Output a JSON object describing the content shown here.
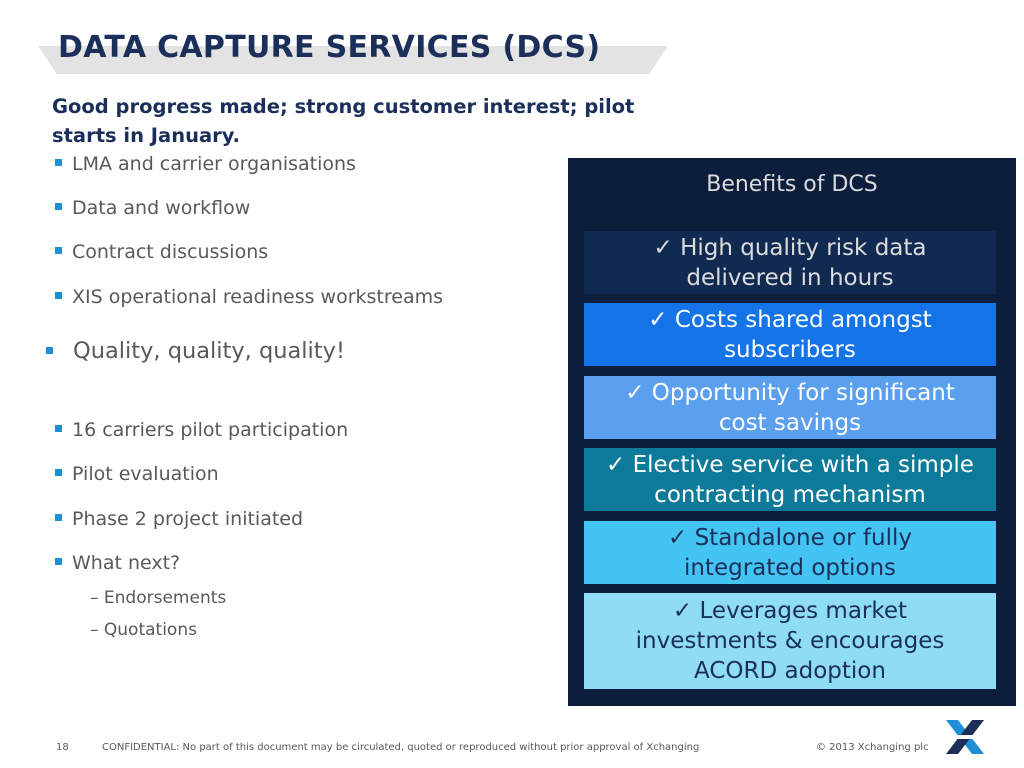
{
  "slide": {
    "title": "DATA CAPTURE SERVICES (DCS)",
    "subtitle": "Good progress made; strong customer interest; pilot starts in January."
  },
  "bullets_top": [
    "LMA and carrier organisations",
    "Data and workflow",
    "Contract discussions",
    "XIS operational readiness workstreams"
  ],
  "bullet_highlight": "Quality, quality, quality!",
  "bullets_bottom": [
    "16 carriers pilot participation",
    "Pilot evaluation",
    "Phase 2 project initiated",
    "What next?"
  ],
  "sub_bullets": [
    "Endorsements",
    "Quotations"
  ],
  "benefits": {
    "title": "Benefits of DCS",
    "items": [
      {
        "line1": "✓ High quality risk data",
        "line2": "delivered in hours",
        "line3": "",
        "bg": "#112a52",
        "fg": "#dcdcdc"
      },
      {
        "line1": "✓ Costs shared amongst",
        "line2": "subscribers",
        "line3": "",
        "bg": "#1473e6",
        "fg": "#ffffff"
      },
      {
        "line1": "✓ Opportunity for significant",
        "line2": "cost savings",
        "line3": "",
        "bg": "#5b9fef",
        "fg": "#ffffff"
      },
      {
        "line1": "✓ Elective service with a simple",
        "line2": "contracting mechanism",
        "line3": "",
        "bg": "#0e7a9a",
        "fg": "#ffffff"
      },
      {
        "line1": "✓ Standalone or fully",
        "line2": "integrated options",
        "line3": "",
        "bg": "#43c4f2",
        "fg": "#1b2f5a"
      },
      {
        "line1": "✓ Leverages market",
        "line2": "investments & encourages",
        "line3": "ACORD adoption",
        "bg": "#8fdcf6",
        "fg": "#1b2f5a"
      }
    ]
  },
  "footer": {
    "page_number": "18",
    "confidential": "CONFIDENTIAL: No part of this document may be circulated, quoted or reproduced without prior approval of Xchanging",
    "copyright": "© 2013 Xchanging plc"
  },
  "logo_icon": "xchanging-x-logo"
}
